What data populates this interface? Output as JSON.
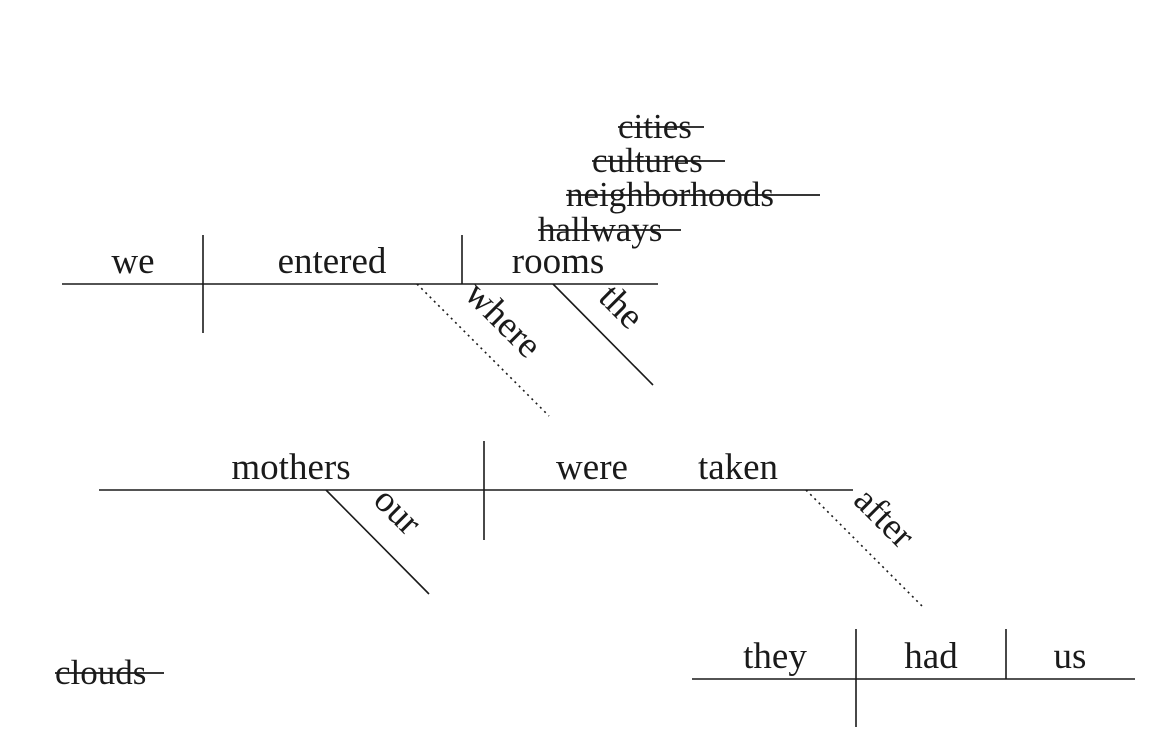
{
  "clause_main": {
    "subject": "we",
    "verb": "entered",
    "object": "rooms",
    "modifier_object": "the",
    "connector": "where"
  },
  "clause_relative": {
    "subject": "mothers",
    "verb_aux": "were",
    "verb": "taken",
    "modifier_subject": "our",
    "connector": "after"
  },
  "clause_sub": {
    "subject": "they",
    "verb": "had",
    "object": "us"
  },
  "struck_alternatives": [
    "cities",
    "cultures",
    "neighborhoods",
    "hallways"
  ],
  "struck_loose": "clouds"
}
